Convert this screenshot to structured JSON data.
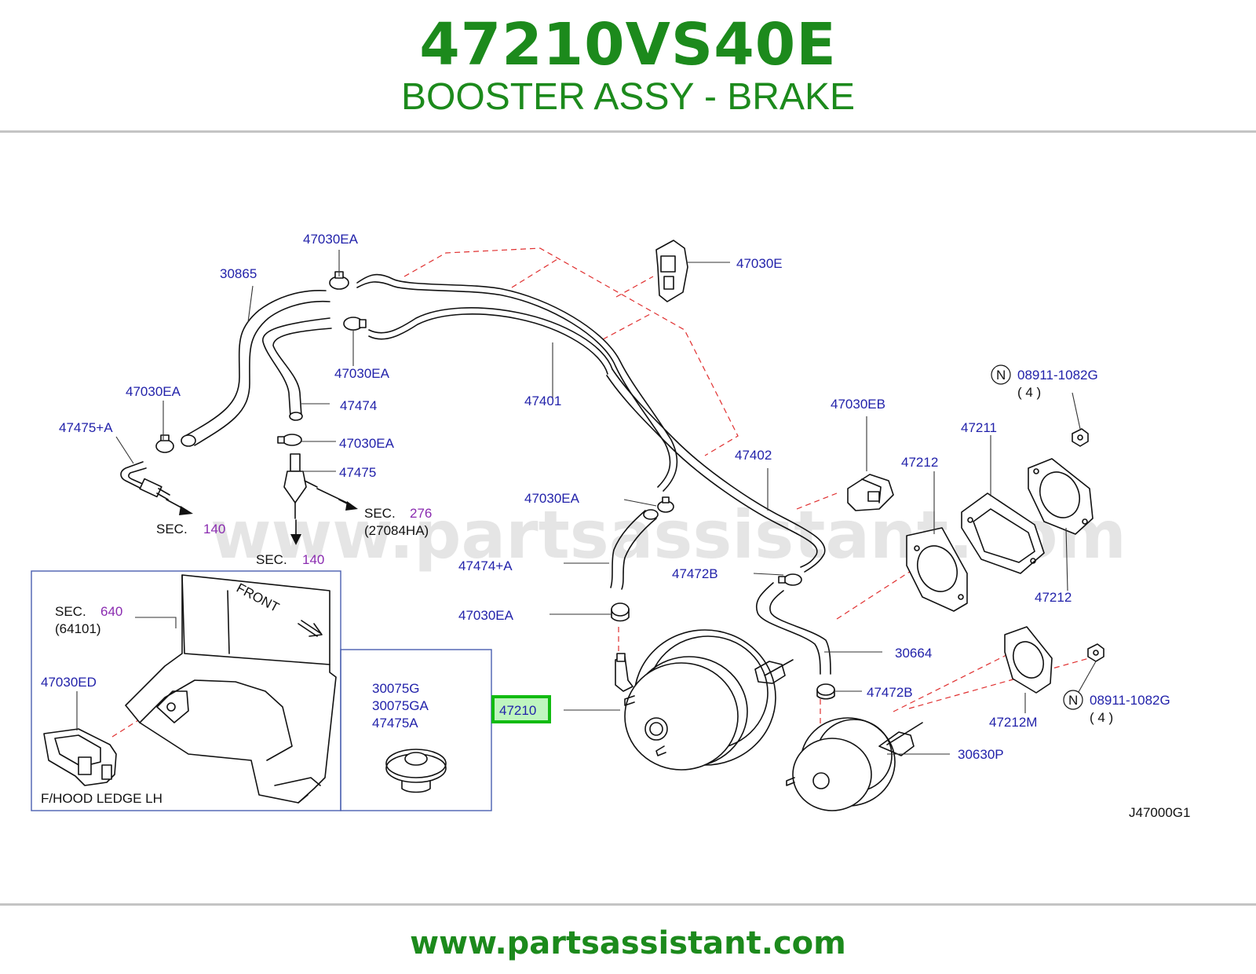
{
  "header": {
    "part_number": "47210VS40E",
    "part_name": "BOOSTER ASSY - BRAKE"
  },
  "watermark": "www.partsassistant.com",
  "footer": {
    "url": "www.partsassistant.com"
  },
  "diagram_code": "J47000G1",
  "highlight_color": "#11bb11",
  "callouts": {
    "c30865": "30865",
    "c47030EA_top": "47030EA",
    "c47030EA_mid": "47030EA",
    "c47030EA_left": "47030EA",
    "c47030EA_clamp": "47030EA",
    "c47030EA_right": "47030EA",
    "c47030EA_lower": "47030EA",
    "c47030E": "47030E",
    "c47475A": "47475+A",
    "c47474": "47474",
    "c47475": "47475",
    "c47401": "47401",
    "c47402": "47402",
    "c47474A": "47474+A",
    "c47472B_top": "47472B",
    "c47472B_bot": "47472B",
    "c47030EB": "47030EB",
    "c47212_left": "47212",
    "c47211": "47211",
    "c47212_right": "47212",
    "c08911_top": "08911-1082G",
    "c08911_top_qty": "( 4 )",
    "c08911_bot": "08911-1082G",
    "c08911_bot_qty": "( 4 )",
    "n_mark": "N",
    "c30664": "30664",
    "c47210": "47210",
    "c47212M": "47212M",
    "c30630P": "30630P",
    "c47030ED": "47030ED",
    "c30075G": "30075G",
    "c30075GA": "30075GA",
    "c47475A_box": "47475A"
  },
  "sections": {
    "sec_word": "SEC.",
    "sec140_left_num": "140",
    "sec140_mid_num": "140",
    "sec276_num": "276",
    "sec276_sub": "(27084HA)",
    "sec640_num": "640",
    "sec640_sub": "(64101)"
  },
  "inset": {
    "front_label": "FRONT",
    "location": "F/HOOD   LEDGE   LH"
  }
}
